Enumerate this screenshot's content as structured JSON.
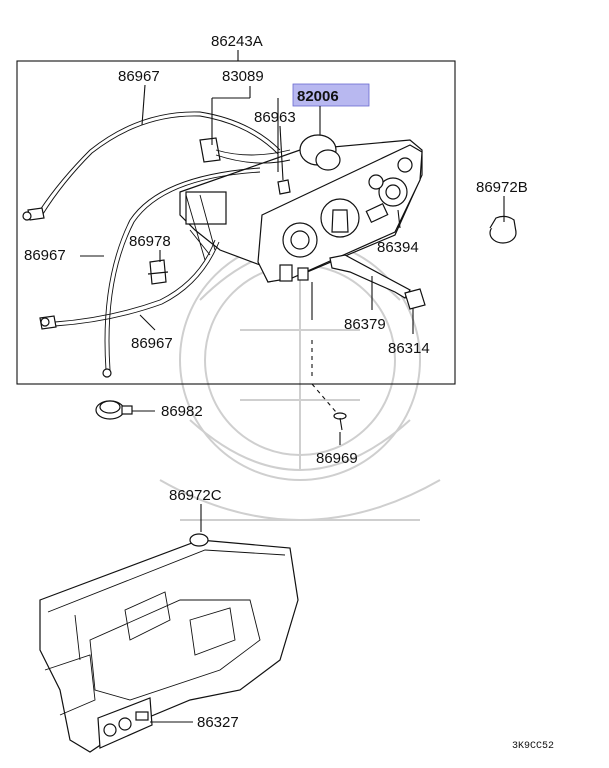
{
  "diagram": {
    "highlight_color": "#b8b8f0",
    "labels": {
      "assembly": "86243A",
      "cable_top": "86967",
      "connector": "83089",
      "highlighted_part": "82006",
      "wire_clip": "86963",
      "knob_b": "86972B",
      "clip": "86978",
      "cable_left": "86967",
      "knob": "86394",
      "cable_bottom": "86967",
      "link": "86379",
      "tab": "86314",
      "clamp": "86982",
      "screw": "86969",
      "knob_c": "86972C",
      "panel": "86327"
    },
    "drawing_code": "3K9CC52"
  }
}
